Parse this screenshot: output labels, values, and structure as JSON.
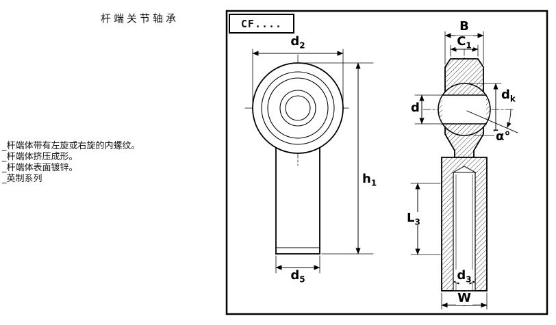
{
  "page": {
    "title": "杆端关节轴承",
    "features": [
      "_杆端体带有左旋或右旋的内螺纹。",
      "_杆端体挤压成形。",
      "_杆端体表面镀锌。",
      "_英制系列"
    ]
  },
  "drawing": {
    "series_label": "CF....",
    "colors": {
      "line": "#000000",
      "background": "#ffffff"
    },
    "dims": {
      "d2": {
        "main": "d",
        "sub": "2"
      },
      "h1": {
        "main": "h",
        "sub": "1"
      },
      "d5": {
        "main": "d",
        "sub": "5"
      },
      "B": {
        "main": "B",
        "sub": ""
      },
      "C1": {
        "main": "C",
        "sub": "1"
      },
      "d": {
        "main": "d",
        "sub": ""
      },
      "dk": {
        "main": "d",
        "sub": "k"
      },
      "alpha": {
        "main": "α°",
        "sub": ""
      },
      "L3": {
        "main": "L",
        "sub": "3"
      },
      "d3": {
        "main": "d",
        "sub": "3"
      },
      "W": {
        "main": "W",
        "sub": ""
      }
    }
  }
}
